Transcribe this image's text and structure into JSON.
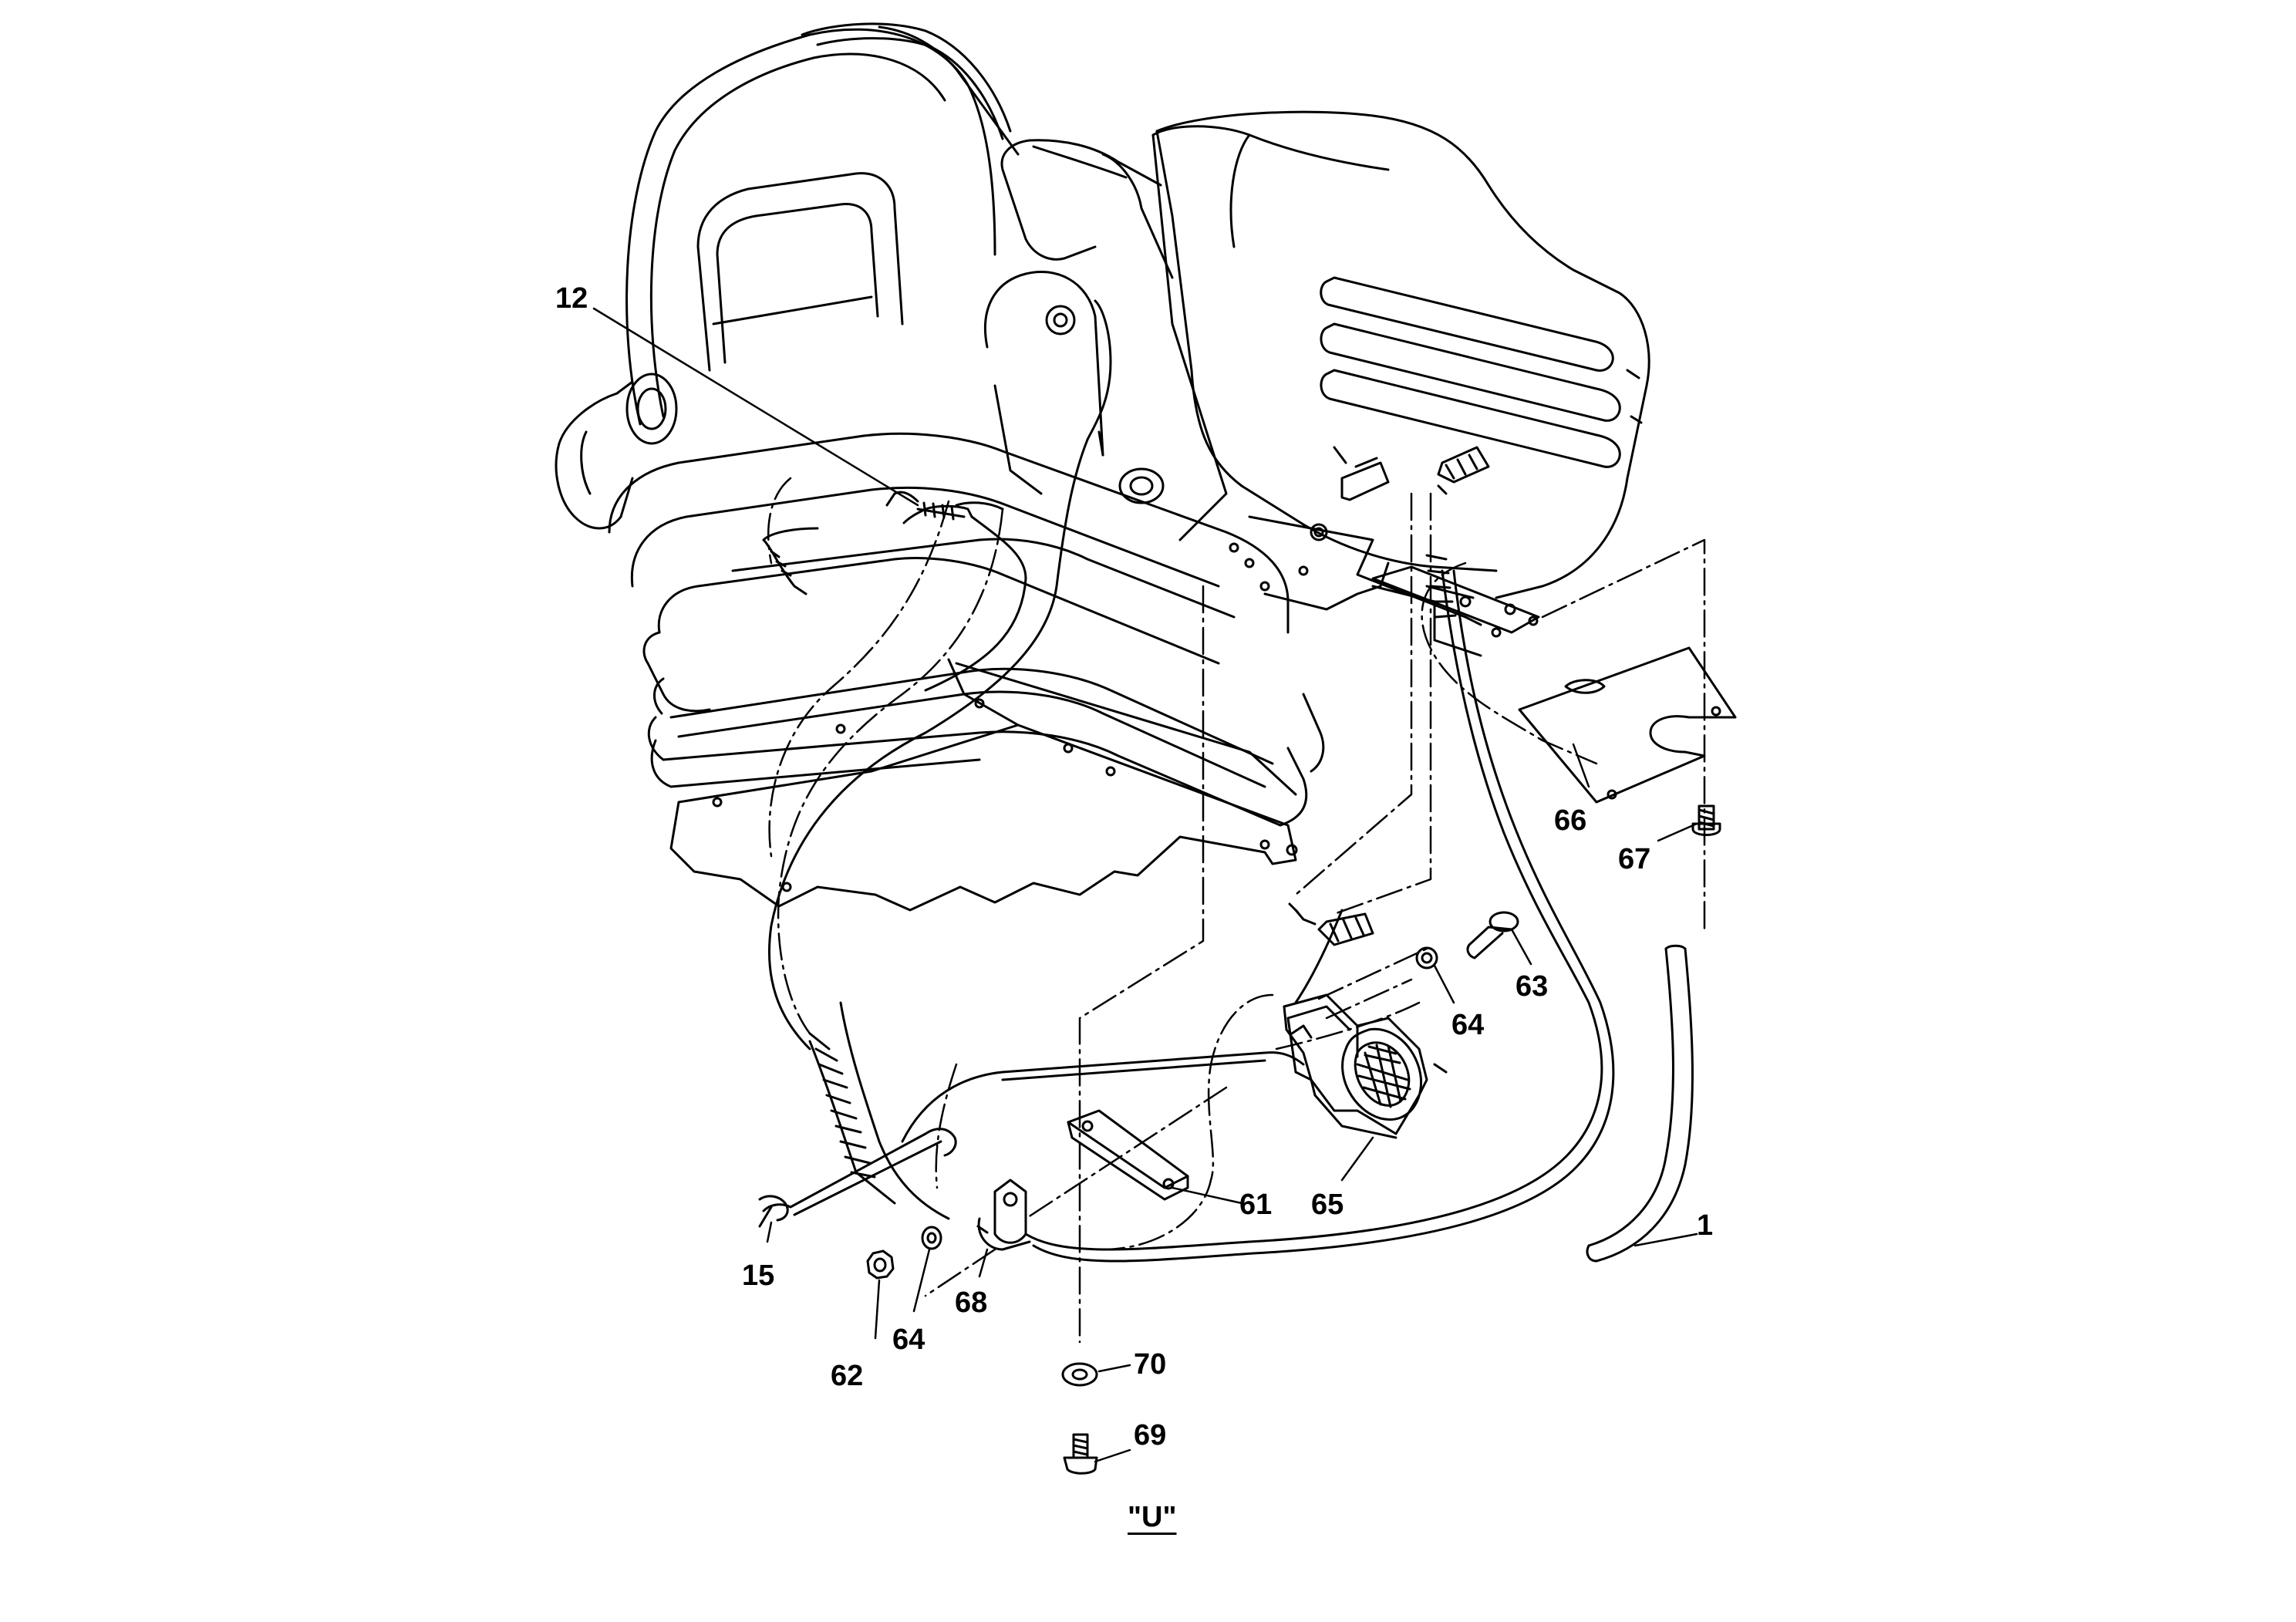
{
  "diagram": {
    "view_label": "\"U\"",
    "line_color": "#000000",
    "background": "#ffffff",
    "callouts": [
      {
        "id": "c12",
        "text": "12"
      },
      {
        "id": "c66",
        "text": "66"
      },
      {
        "id": "c67",
        "text": "67"
      },
      {
        "id": "c63",
        "text": "63"
      },
      {
        "id": "c64a",
        "text": "64"
      },
      {
        "id": "c61",
        "text": "61"
      },
      {
        "id": "c65",
        "text": "65"
      },
      {
        "id": "c1",
        "text": "1"
      },
      {
        "id": "c15",
        "text": "15"
      },
      {
        "id": "c68",
        "text": "68"
      },
      {
        "id": "c64b",
        "text": "64"
      },
      {
        "id": "c62",
        "text": "62"
      },
      {
        "id": "c70",
        "text": "70"
      },
      {
        "id": "c69",
        "text": "69"
      }
    ]
  }
}
